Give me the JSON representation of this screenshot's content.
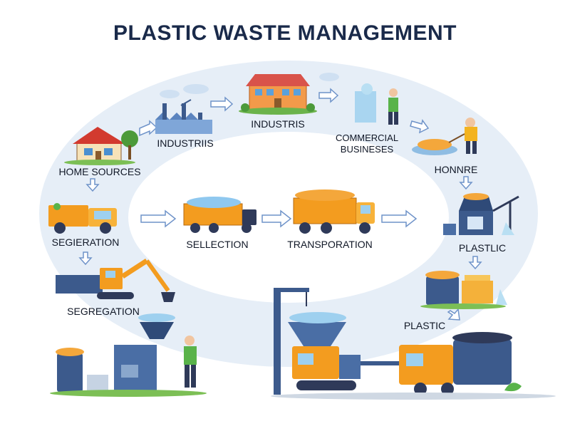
{
  "title": "PLASTIC WASTE MANAGEMENT",
  "labels": {
    "home_sources": "HOME SOURCES",
    "industrii": "INDUSTRIIS",
    "industris": "INDUSTRIS",
    "commercial_line1": "COMMERCIAL",
    "commercial_line2": "BUSINESES",
    "honnre": "HONNRE",
    "segieration": "SEGIERATION",
    "sellection": "SELLECTION",
    "transporation": "TRANSPORATION",
    "plastlic": "PLASTLIC",
    "segregation": "SEGREGATION",
    "plastic": "PLASTIC"
  },
  "colors": {
    "loop": "#e6eef7",
    "title": "#1a2a4a",
    "truck_orange": "#f39c1f",
    "machine_blue": "#3c5a8c",
    "arrow_outline": "#6f93c9",
    "plastic_blue": "#7fc6ea"
  }
}
